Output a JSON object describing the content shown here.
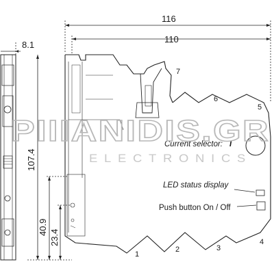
{
  "dimensions": {
    "overall_length": "116",
    "body_length": "110",
    "module_width": "8.1",
    "height": "107.4",
    "button_height": "40.9",
    "led_height": "23.4"
  },
  "callouts": {
    "current_selector_label": "Current selector:",
    "current_selector_value": "I",
    "led_status_display": "LED status display",
    "push_button": "Push button On / Off"
  },
  "part_numbers": [
    "1",
    "2",
    "3",
    "4",
    "5",
    "6",
    "7"
  ],
  "watermark": {
    "brand": "PIIIANIDIS.GR",
    "subtitle": "ELECTRONICS"
  }
}
